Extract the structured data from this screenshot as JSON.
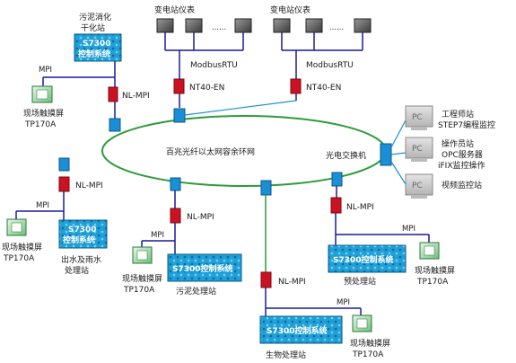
{
  "ring": {
    "label": "百兆光纤以太网容余环网",
    "color": "#2e9b3a"
  },
  "colors": {
    "ring": "#2e9b3a",
    "mpi": "#1a1a9a",
    "nt40": "#cc1122",
    "fiber": "#1a8fd6",
    "plc": "#1fa0d8"
  },
  "sludge_dry": {
    "title_line1": "污泥消化",
    "title_line2": "干化站",
    "plc_line1": "S7300",
    "plc_line2": "控制系统"
  },
  "substation_left": {
    "title": "变电站仪表",
    "dots": "......",
    "bus": "ModbusRTU",
    "gateway": "NT40-EN"
  },
  "substation_right": {
    "title": "变电站仪表",
    "dots": "......",
    "bus": "ModbusRTU",
    "gateway": "NT40-EN"
  },
  "left_top": {
    "mpi": "MPI",
    "hmi_line1": "现场触摸屏",
    "hmi_line2": "TP170A",
    "nlmpi": "NL-MPI"
  },
  "left_bottom": {
    "mpi": "MPI",
    "hmi_line1": "现场触摸屏",
    "hmi_line2": "TP170A",
    "nlmpi": "NL-MPI",
    "plc_line1": "S7300",
    "plc_line2": "控制系统",
    "station_line1": "出水及雨水",
    "station_line2": "处理站"
  },
  "sludge": {
    "mpi": "MPI",
    "hmi_line1": "现场触摸屏",
    "hmi_line2": "TP170A",
    "nlmpi": "NL-MPI",
    "plc": "S7300控制系统",
    "station": "污泥处理站"
  },
  "bio": {
    "mpi": "MPI",
    "hmi_line1": "现场触摸屏",
    "hmi_line2": "TP170A",
    "nlmpi": "NL-MPI",
    "plc": "S7300控制系统",
    "station": "生物处理站"
  },
  "pre": {
    "mpi": "MPI",
    "hmi_line1": "现场触摸屏",
    "hmi_line2": "TP170A",
    "nlmpi": "NL-MPI",
    "plc": "S7300控制系统",
    "station": "预处理站"
  },
  "switch": {
    "label": "光电交换机"
  },
  "pcs": [
    {
      "icon": "PC",
      "lines": [
        "工程师站",
        "STEP7编程监控"
      ]
    },
    {
      "icon": "PC",
      "lines": [
        "操作员站",
        "OPC服务器",
        "iFIX监控操作"
      ]
    },
    {
      "icon": "PC",
      "lines": [
        "视频监控站"
      ]
    }
  ]
}
